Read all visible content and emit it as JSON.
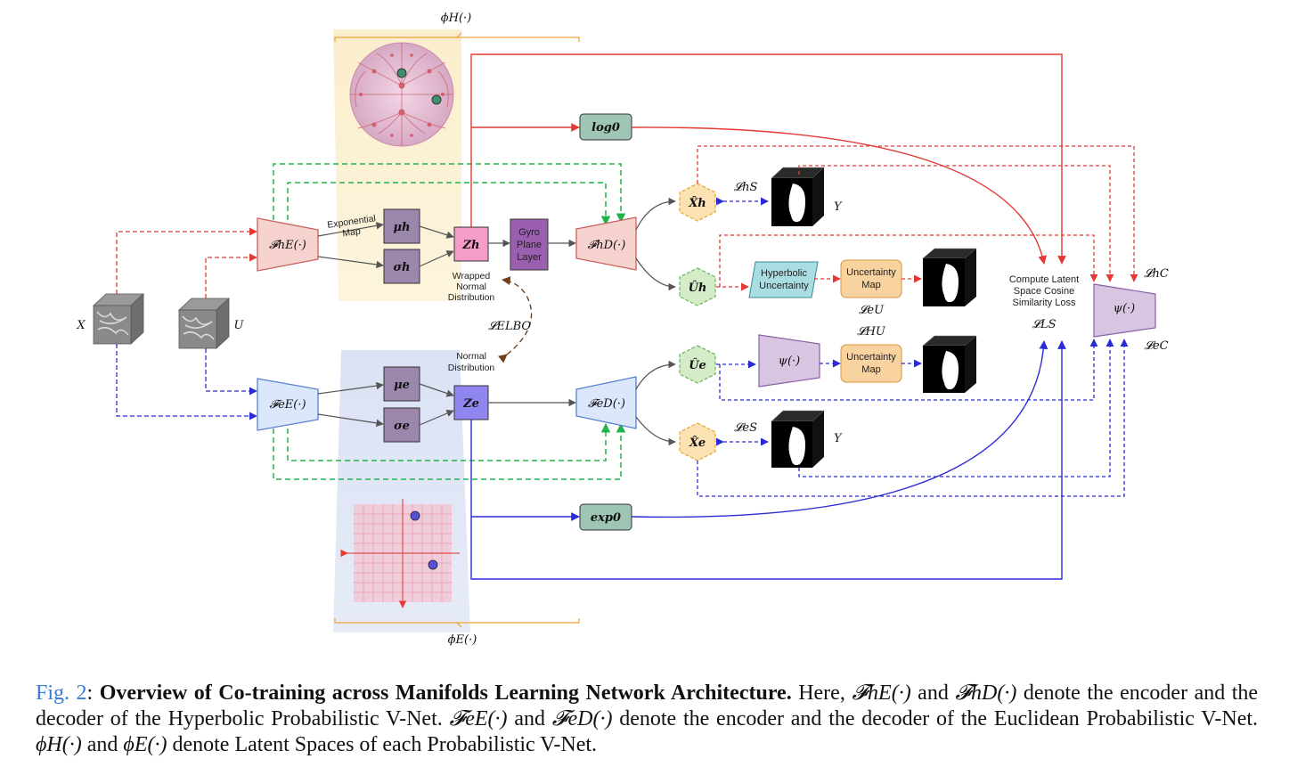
{
  "labels": {
    "phi_h": "ϕH(·)",
    "phi_e": "ϕE(·)",
    "input_x": "X",
    "input_u": "U",
    "enc_h": "𝓕hE(·)",
    "enc_e": "𝓕eE(·)",
    "dec_h": "𝓕hD(·)",
    "dec_e": "𝓕eD(·)",
    "mu_h": "μh",
    "sigma_h": "σh",
    "mu_e": "μe",
    "sigma_e": "σe",
    "z_h": "Zh",
    "z_e": "Ze",
    "exp_map_1": "Exponential",
    "exp_map_2": "Map",
    "gyro_1": "Gyro",
    "gyro_2": "Plane",
    "gyro_3": "Layer",
    "wrapped_1": "Wrapped",
    "wrapped_2": "Normal",
    "wrapped_3": "Distribution",
    "normal_1": "Normal",
    "normal_2": "Distribution",
    "l_elbo": "𝓛ELBO",
    "log0": "log0",
    "exp0": "exp0",
    "x_hat_h": "X̂h",
    "u_hat_h": "Ûh",
    "u_hat_e": "Ûe",
    "x_hat_e": "X̂e",
    "l_s_h": "𝓛hS",
    "l_s_e": "𝓛eS",
    "y_top": "Y",
    "y_bottom": "Y",
    "hyp_unc_1": "Hyperbolic",
    "hyp_unc_2": "Uncertainty",
    "unc_map_1": "Uncertainty",
    "unc_map_2": "Map",
    "l_u_e": "𝓛eU",
    "l_u_h": "𝓛HU",
    "psi_mid": "ψ(·)",
    "psi_right": "ψ(·)",
    "cls_1": "Compute Latent",
    "cls_2": "Space Cosine",
    "cls_3": "Similarity Loss",
    "l_ls": "𝓛LS",
    "l_c_h": "𝓛hC",
    "l_c_e": "𝓛eC"
  },
  "caption": {
    "fig_label": "Fig. 2",
    "sep": ": ",
    "title": "Overview of Co-training across Manifolds Learning Network Architecture.",
    "s1": " Here, ",
    "m1": "𝓕hE(·)",
    "s2": " and ",
    "m2": "𝓕hD(·)",
    "s3": " denote the encoder and the decoder of the Hyperbolic Probabilistic V-Net. ",
    "m3": "𝓕eE(·)",
    "s4": " and ",
    "m4": "𝓕eD(·)",
    "s5": " denote the encoder and the decoder of the Euclidean Probabilistic V-Net. ",
    "m5": "ϕH(·)",
    "s6": " and ",
    "m6": "ϕE(·)",
    "s7": " denote Latent Spaces of each Probabilistic V-Net."
  }
}
